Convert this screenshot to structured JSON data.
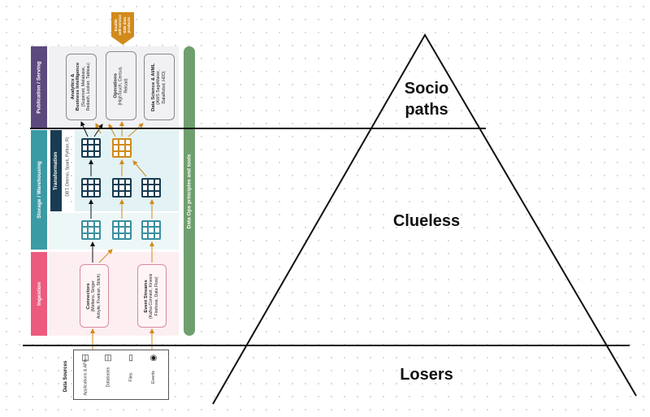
{
  "colors": {
    "publication": "#5c4a7e",
    "storage": "#3c9aa5",
    "transformation": "#173c52",
    "ingestion": "#ec5b7d",
    "dataops": "#6f9f6f",
    "grid_teal": "#3a8fa0",
    "grid_dark": "#173c52",
    "grid_orange": "#d18a1c",
    "arrow_orange": "#d18a1c",
    "banner": "#d18a1c"
  },
  "stack": {
    "publication_label": "Publication / Serving",
    "storage_label": "Storage / Warehousing",
    "transformation_label": "Transformation",
    "transformation_tools": "DBT, Dremio, Spark, Python, R)",
    "ingestion_label": "Ingestion",
    "dataops_label": "Data Ops principles and tools",
    "banner_lines": [
      "Enable",
      "self-service",
      "E2E data",
      "products"
    ],
    "serving_boxes": [
      {
        "title_lines": [
          "Analytics &",
          "Business Intelligence"
        ],
        "detail_lines": [
          "(Superset, Metabase,",
          "Redash, Looker, Tableau)"
        ]
      },
      {
        "title_lines": [
          "Operations"
        ],
        "detail_lines": [
          "(HighTouch, Census,",
          "Reload)"
        ]
      },
      {
        "title_lines": [
          "Data Science & AI/ML"
        ],
        "detail_lines": [
          "(AWS SageMaker,",
          "DataRobot, H2O)"
        ]
      }
    ],
    "ingestion_boxes": [
      {
        "title_lines": [
          "Connectors"
        ],
        "detail_lines": [
          "(Meltano, Singer",
          "Airbyte, Fivetran, Stitch)"
        ]
      },
      {
        "title_lines": [
          "Event Streams"
        ],
        "detail_lines": [
          "(Kafka Connect, Kinesis",
          "Firehose, Data Flow)"
        ]
      }
    ]
  },
  "data_sources": {
    "title": "Data Sources",
    "items": [
      {
        "label": "Applications & APIs",
        "icon": "app-icon"
      },
      {
        "label": "Databases",
        "icon": "database-icon"
      },
      {
        "label": "Files",
        "icon": "file-icon"
      },
      {
        "label": "Events",
        "icon": "broadcast-icon"
      }
    ]
  },
  "pyramid": {
    "tiers": [
      {
        "label_lines": [
          "Socio",
          "paths"
        ]
      },
      {
        "label_lines": [
          "Clueless"
        ]
      },
      {
        "label_lines": [
          "Losers"
        ]
      }
    ]
  }
}
